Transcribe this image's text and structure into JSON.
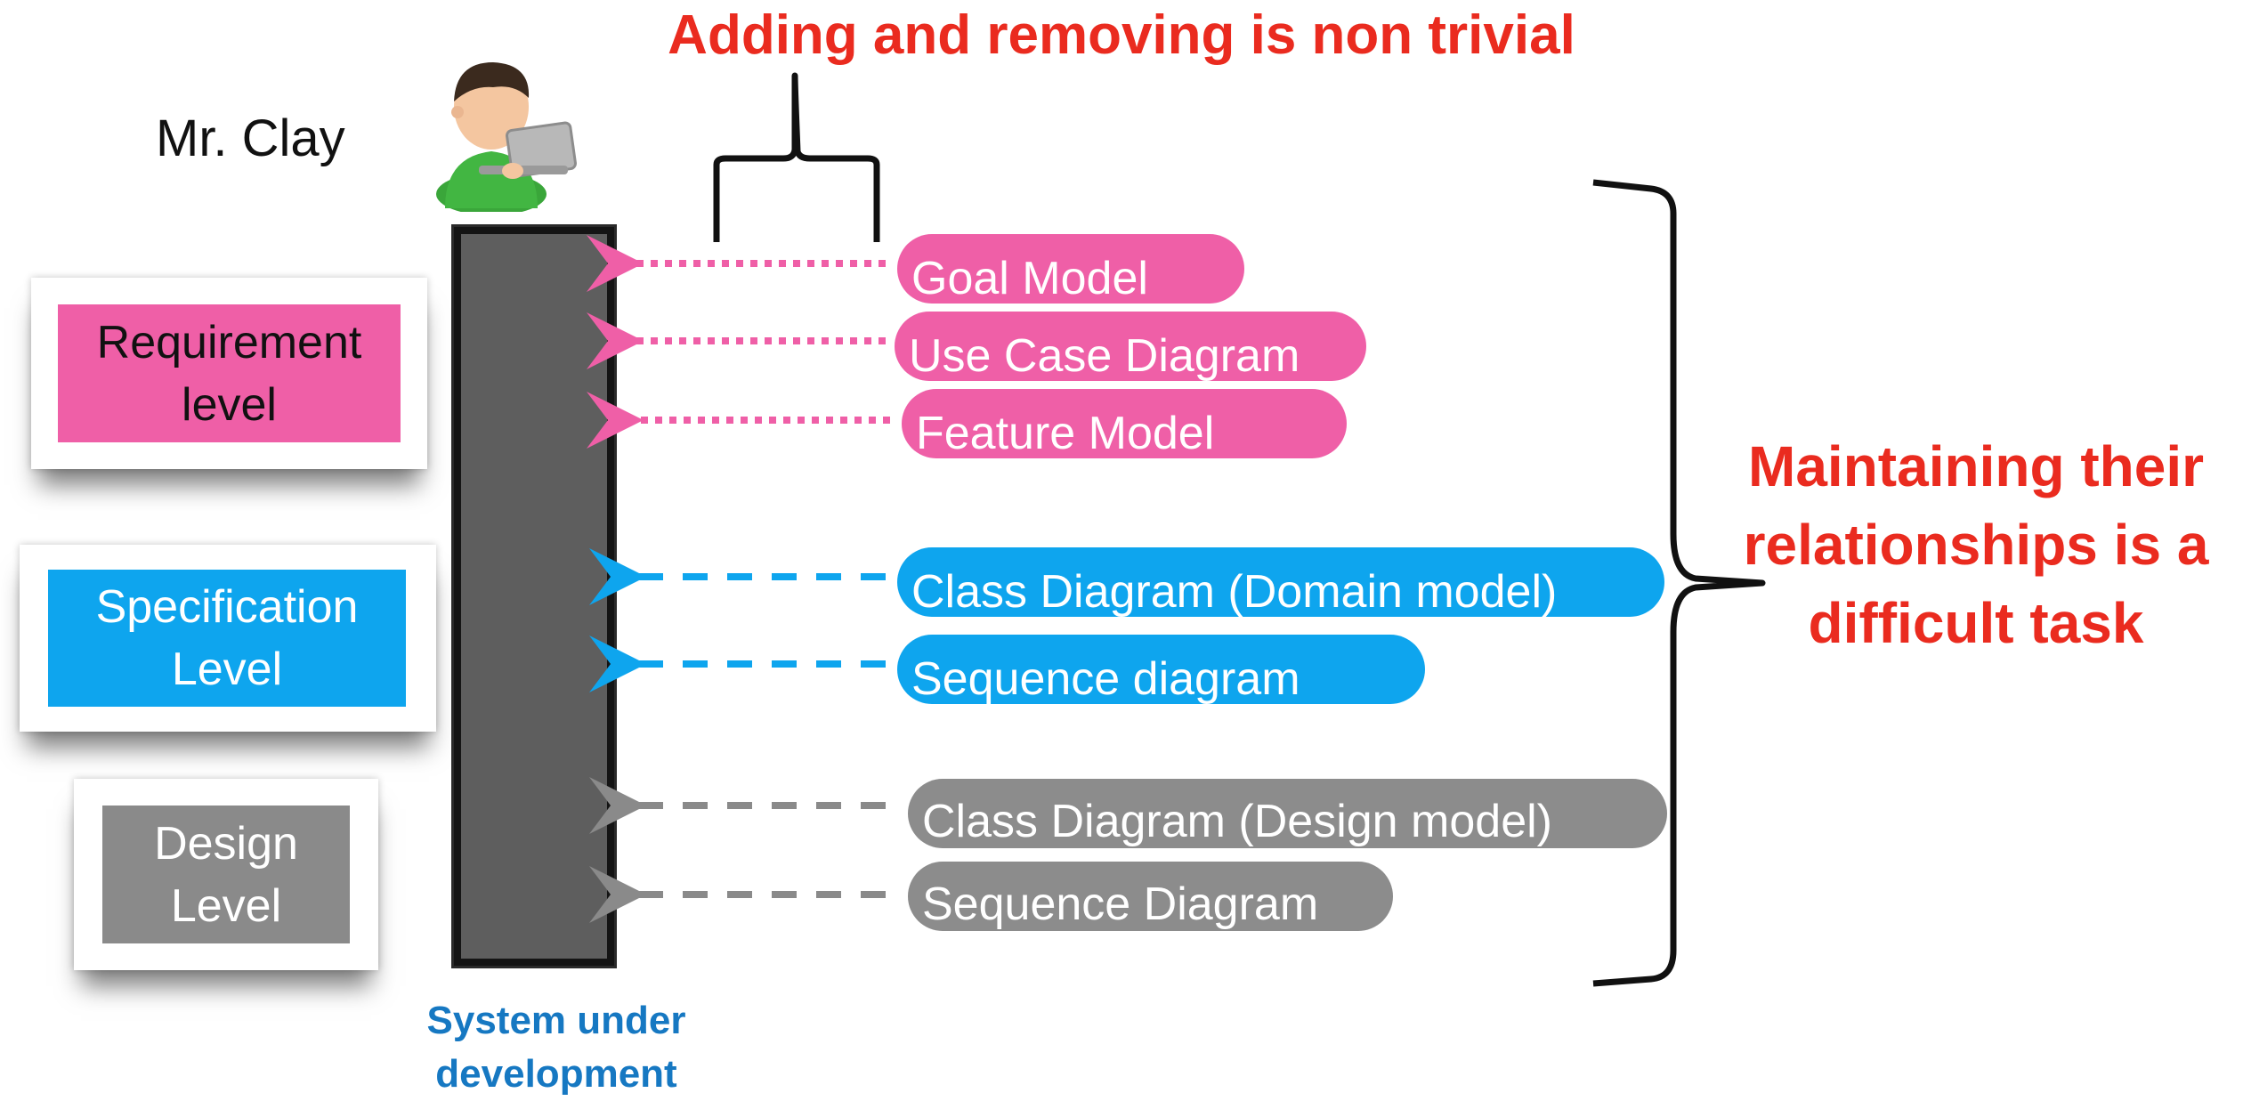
{
  "title": "Adding and removing is non trivial",
  "stakeholder": {
    "name": "Mr. Clay",
    "icon": "person-with-laptop-icon"
  },
  "levels": [
    {
      "label": "Requirement level",
      "color": "#ef5fa7"
    },
    {
      "label": "Specification Level",
      "color": "#0ea5ee"
    },
    {
      "label": "Design Level",
      "color": "#8a8a8a"
    }
  ],
  "system": {
    "label": "System under development"
  },
  "models": [
    {
      "label": "Goal Model",
      "level": "requirement",
      "color": "#ef5fa7"
    },
    {
      "label": "Use Case Diagram",
      "level": "requirement",
      "color": "#ef5fa7"
    },
    {
      "label": "Feature Model",
      "level": "requirement",
      "color": "#ef5fa7"
    },
    {
      "label": "Class Diagram (Domain model)",
      "level": "specification",
      "color": "#0ea5ee"
    },
    {
      "label": "Sequence diagram",
      "level": "specification",
      "color": "#0ea5ee"
    },
    {
      "label": "Class Diagram (Design model)",
      "level": "design",
      "color": "#8c8c8c"
    },
    {
      "label": "Sequence Diagram",
      "level": "design",
      "color": "#8c8c8c"
    }
  ],
  "conclusion": "Maintaining their relationships is a difficult task",
  "colors": {
    "accent_red": "#ea2b1f",
    "system_label_blue": "#1678c2"
  }
}
